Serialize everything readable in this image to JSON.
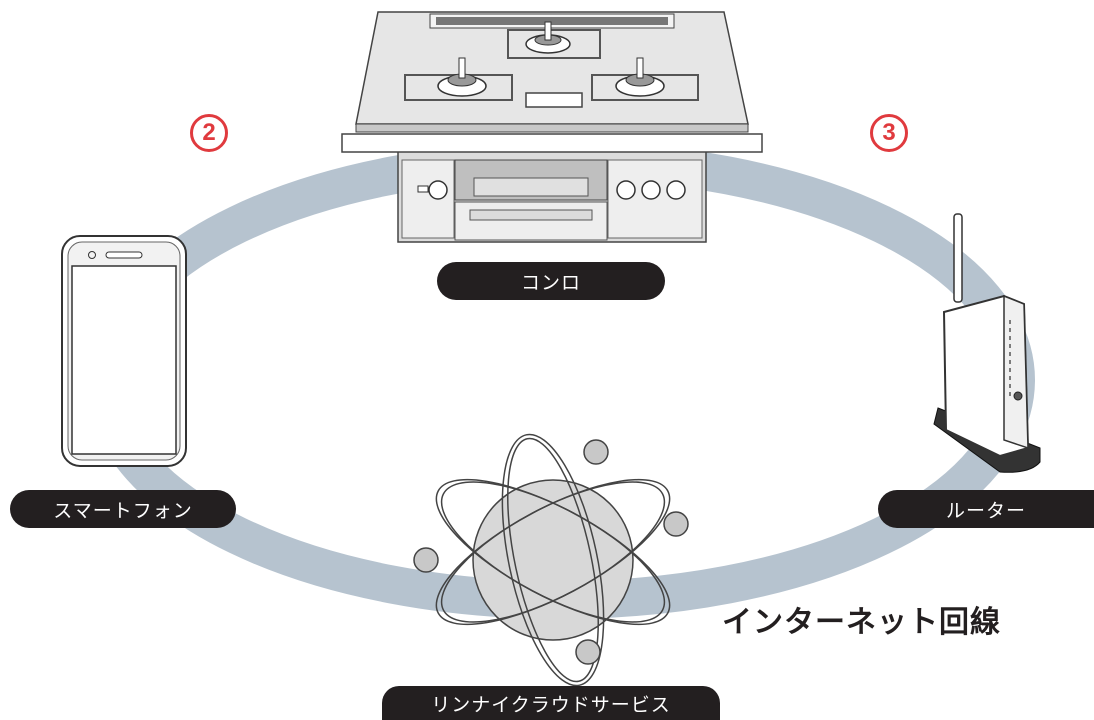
{
  "labels": {
    "stove": "コンロ",
    "smartphone": "スマートフォン",
    "router": "ルーター",
    "cloud": "リンナイクラウドサービス",
    "internet": "インターネット回線"
  },
  "steps": {
    "left": "2",
    "right": "3"
  },
  "colors": {
    "ring": "#b6c3cf",
    "pill": "#231f20",
    "step": "#e03a3e"
  }
}
